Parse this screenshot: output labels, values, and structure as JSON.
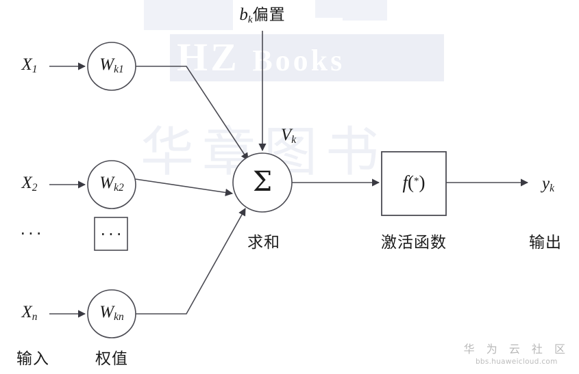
{
  "figure": {
    "title": "neuron-model-diagram",
    "language": "zh-CN"
  },
  "colors": {
    "stroke": "#4a4a52",
    "text": "#1b1b1b",
    "background": "#ffffff",
    "watermark_light": "#eceef5",
    "watermark_corner": "#b8b8b8"
  },
  "inputs": [
    {
      "label": "X",
      "sub": "1"
    },
    {
      "label": "X",
      "sub": "2"
    },
    {
      "label": "X",
      "sub": "n"
    }
  ],
  "weights": [
    {
      "label": "W",
      "sub": "k1"
    },
    {
      "label": "W",
      "sub": "k2"
    },
    {
      "label": "W",
      "sub": "kn"
    }
  ],
  "ellipsis": {
    "input_dots": "···",
    "weight_box_dots": "···"
  },
  "bias": {
    "symbol": "b",
    "sub": "k",
    "label": "偏置"
  },
  "sum": {
    "glyph": "Σ",
    "output_symbol": "V",
    "output_sub": "k",
    "caption": "求和"
  },
  "activation": {
    "glyph_f": "f",
    "glyph_open": "(",
    "glyph_star": "*",
    "glyph_close": ")",
    "caption": "激活函数"
  },
  "output": {
    "symbol": "y",
    "sub": "k",
    "caption": "输出"
  },
  "captions": {
    "inputs": "输入",
    "weights": "权值"
  },
  "watermarks": {
    "brand_hz": "HZ",
    "brand_books": "Books",
    "brand_cn": "华章图书",
    "corner_cn": "华 为 云 社 区",
    "corner_url": "bbs.huaweicloud.com"
  }
}
